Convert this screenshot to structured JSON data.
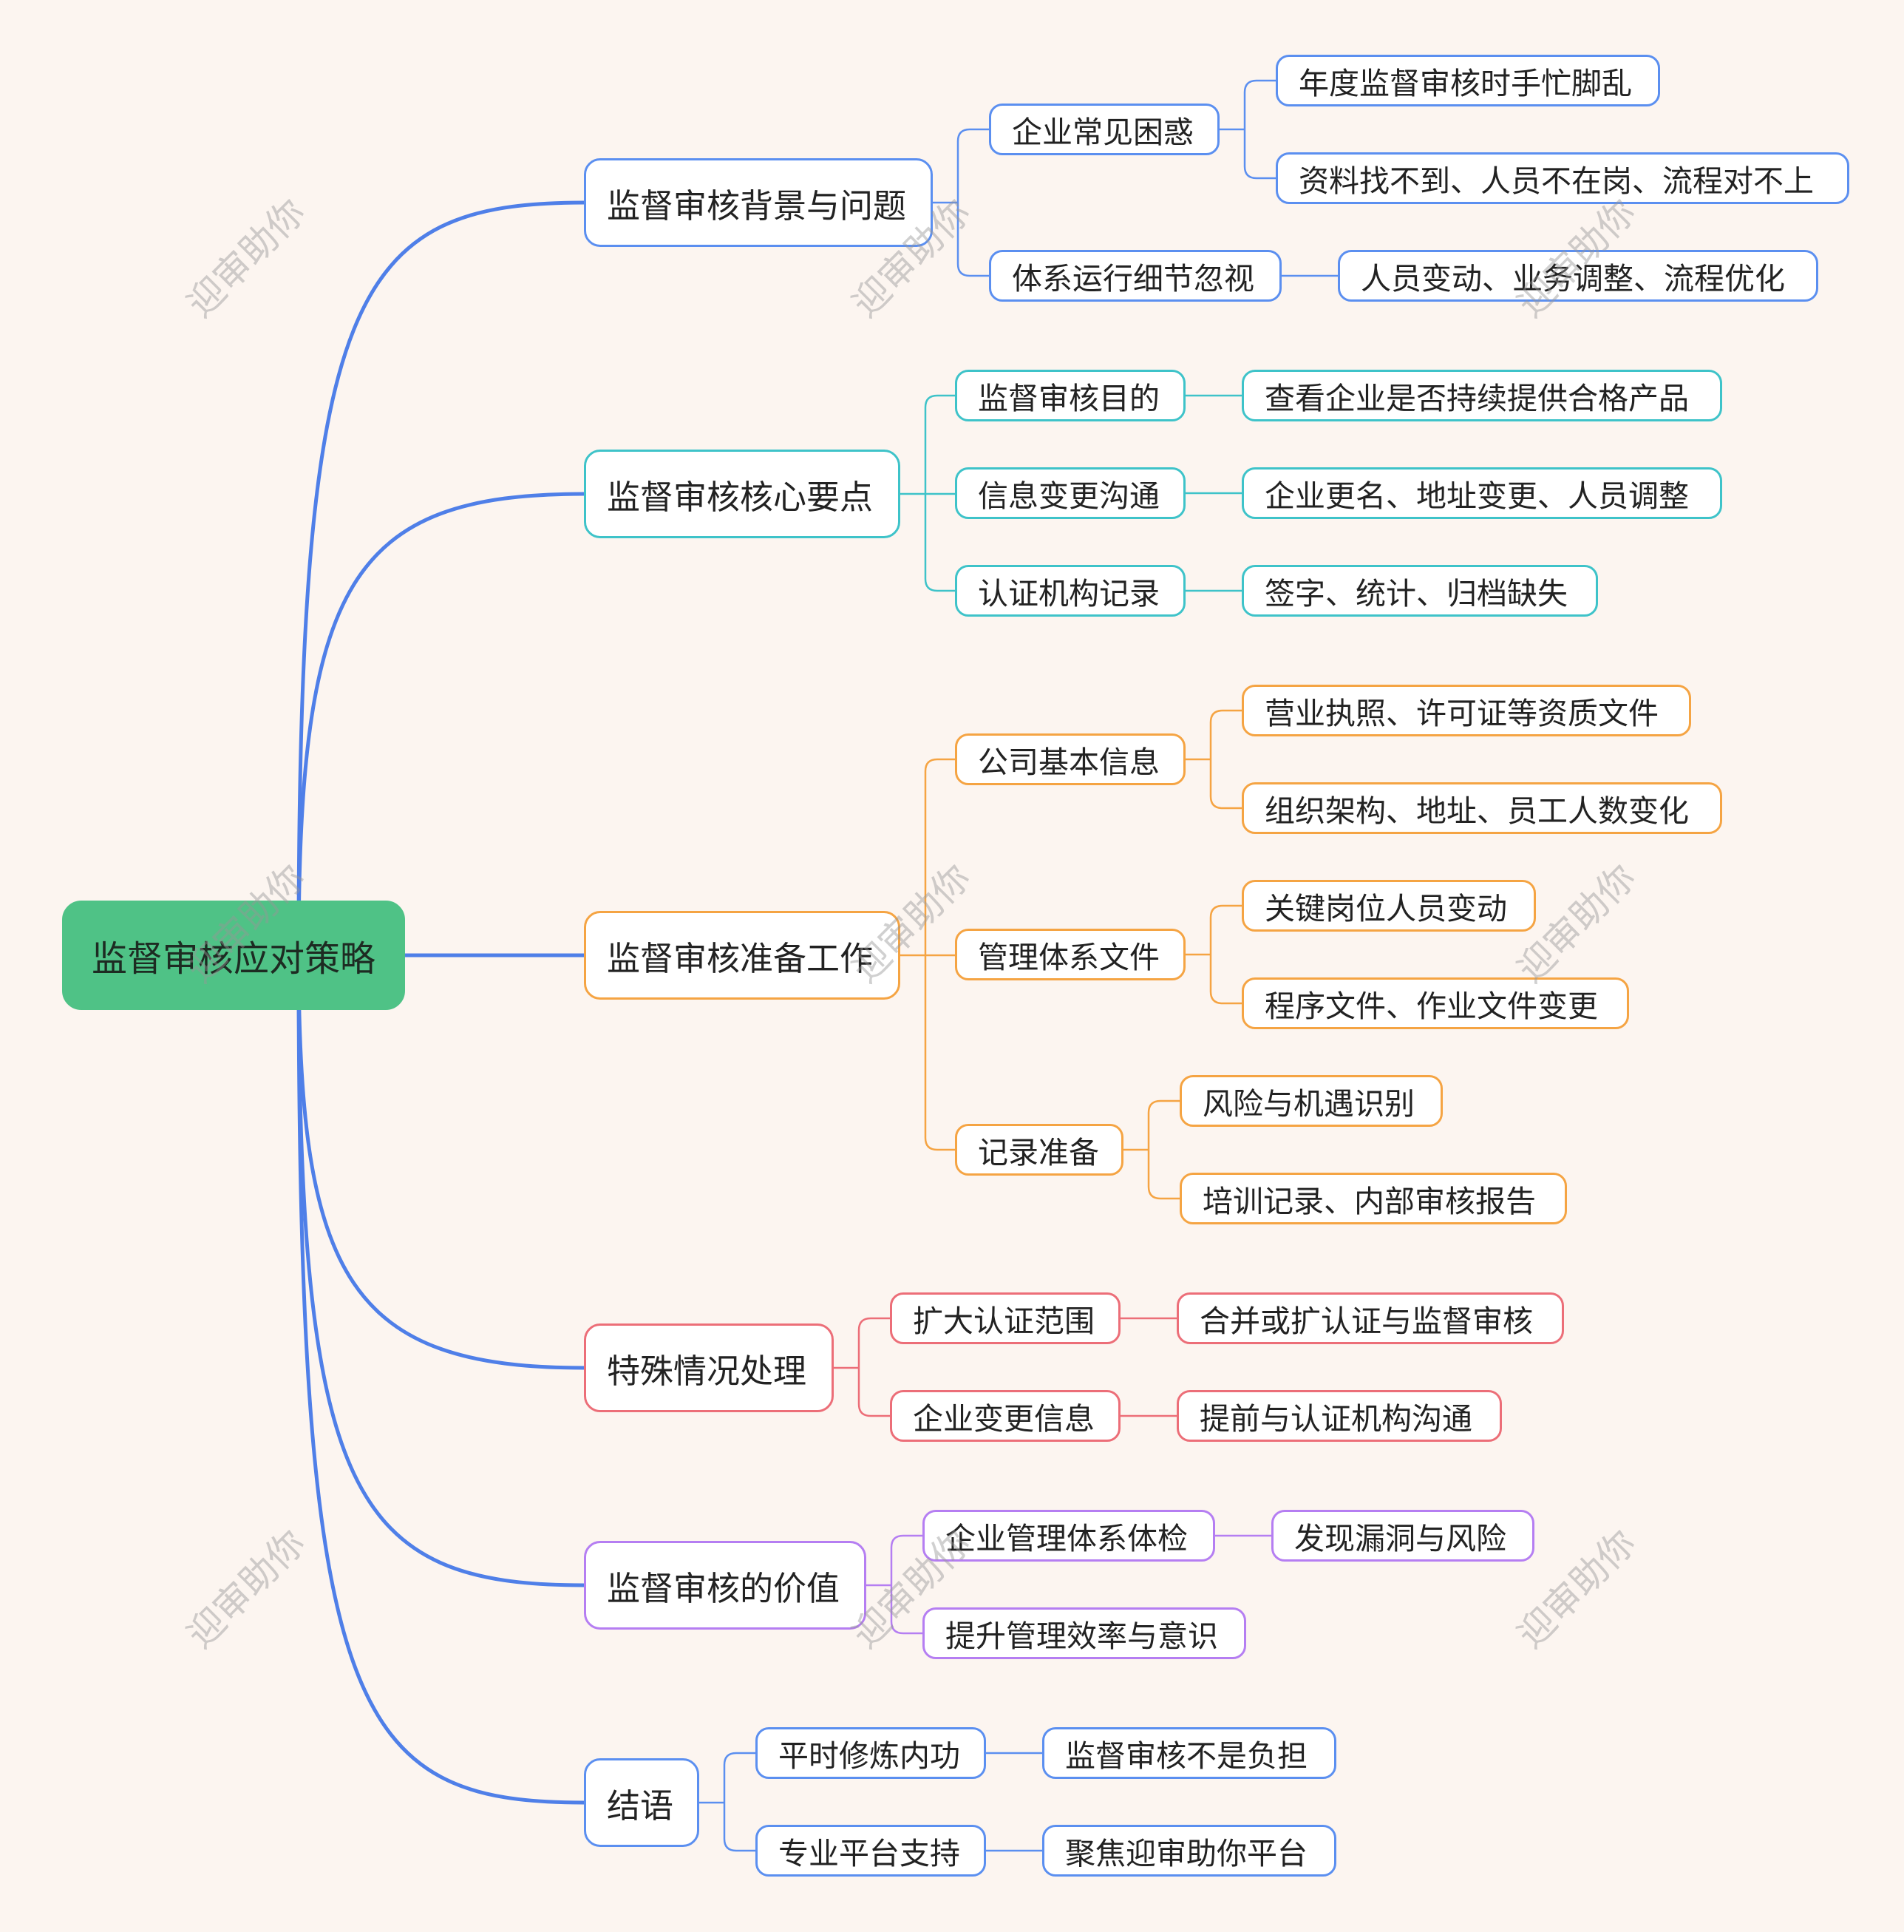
{
  "root": "监督审核应对策略",
  "branches": [
    {
      "label": "监督审核背景与问题",
      "color": "#5b8ff0",
      "children": [
        {
          "label": "企业常见困惑",
          "children": [
            "年度监督审核时手忙脚乱",
            "资料找不到、人员不在岗、流程对不上"
          ]
        },
        {
          "label": "体系运行细节忽视",
          "children": [
            "人员变动、业务调整、流程优化"
          ]
        }
      ]
    },
    {
      "label": "监督审核核心要点",
      "color": "#3ec3c9",
      "children": [
        {
          "label": "监督审核目的",
          "children": [
            "查看企业是否持续提供合格产品"
          ]
        },
        {
          "label": "信息变更沟通",
          "children": [
            "企业更名、地址变更、人员调整"
          ]
        },
        {
          "label": "认证机构记录",
          "children": [
            "签字、统计、归档缺失"
          ]
        }
      ]
    },
    {
      "label": "监督审核准备工作",
      "color": "#f5a443",
      "children": [
        {
          "label": "公司基本信息",
          "children": [
            "营业执照、许可证等资质文件",
            "组织架构、地址、员工人数变化"
          ]
        },
        {
          "label": "管理体系文件",
          "children": [
            "关键岗位人员变动",
            "程序文件、作业文件变更"
          ]
        },
        {
          "label": "记录准备",
          "children": [
            "风险与机遇识别",
            "培训记录、内部审核报告"
          ]
        }
      ]
    },
    {
      "label": "特殊情况处理",
      "color": "#ec6e78",
      "children": [
        {
          "label": "扩大认证范围",
          "children": [
            "合并或扩认证与监督审核"
          ]
        },
        {
          "label": "企业变更信息",
          "children": [
            "提前与认证机构沟通"
          ]
        }
      ]
    },
    {
      "label": "监督审核的价值",
      "color": "#b57ef2",
      "children": [
        {
          "label": "企业管理体系体检",
          "children": [
            "发现漏洞与风险"
          ]
        },
        {
          "label": "提升管理效率与意识",
          "children": []
        }
      ]
    },
    {
      "label": "结语",
      "color": "#5b8ff0",
      "children": [
        {
          "label": "平时修炼内功",
          "children": [
            "监督审核不是负担"
          ]
        },
        {
          "label": "专业平台支持",
          "children": [
            "聚焦迎审助你平台"
          ]
        }
      ]
    }
  ],
  "watermark": "迎审助你",
  "colors": {
    "root": "#4fc286",
    "background": "#fcf5f0",
    "trunk": "#4f7fe8"
  }
}
